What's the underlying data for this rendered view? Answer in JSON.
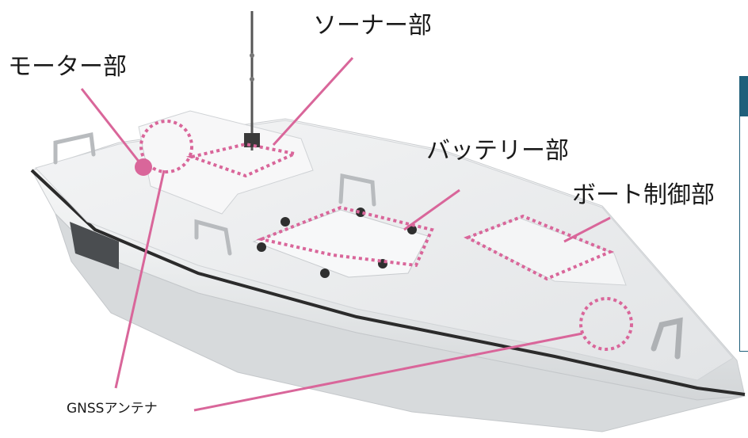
{
  "labels": {
    "motor": "モーター部",
    "sonar": "ソーナー部",
    "battery": "バッテリー部",
    "boat_control": "ボート制御部",
    "gnss": "GNSSアンテナ"
  },
  "colors": {
    "leader_line": "#d9669a",
    "panel_accent": "#1f5f7a",
    "hull": "#eef0f1"
  }
}
